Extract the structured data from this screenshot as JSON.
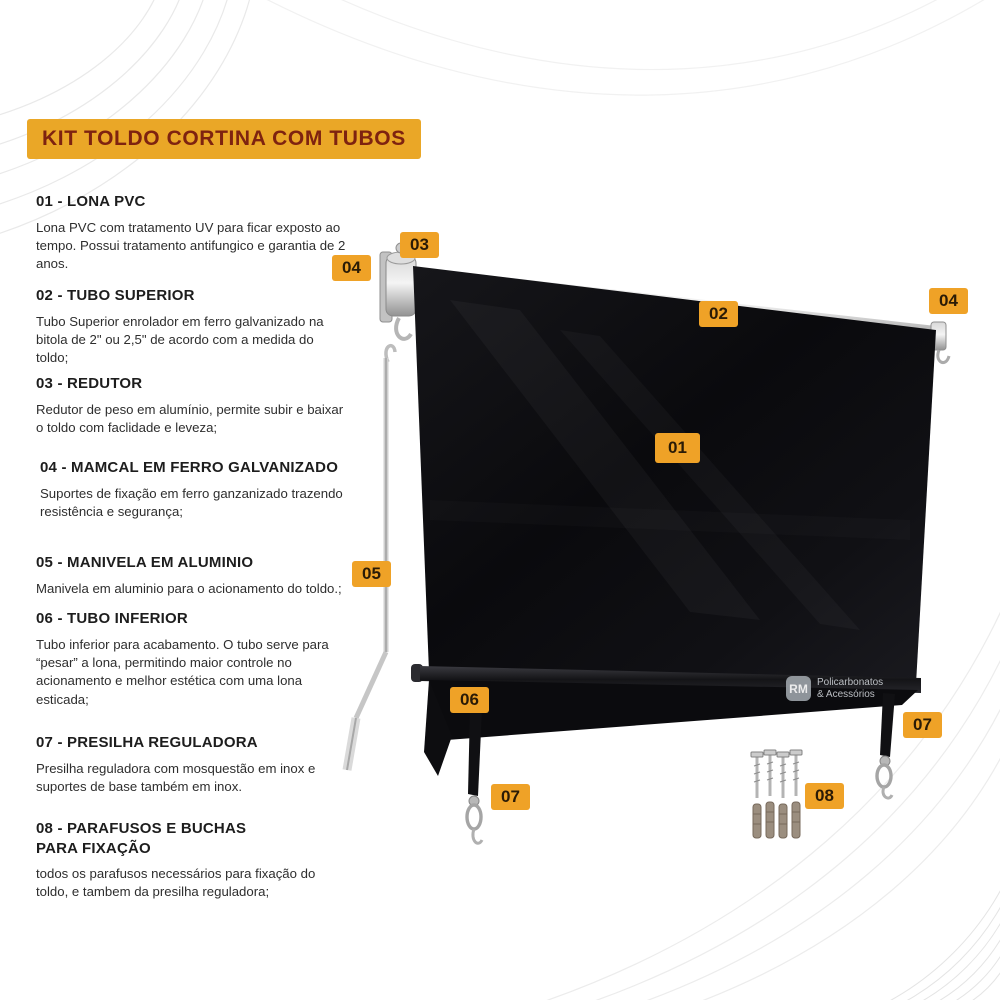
{
  "header": {
    "title": "KIT TOLDO CORTINA COM TUBOS"
  },
  "sections": [
    {
      "heading": "01 - LONA PVC",
      "body": "Lona PVC com tratamento UV para ficar exposto ao tempo. Possui tratamento antifungico e garantia de 2 anos."
    },
    {
      "heading": "02 - TUBO SUPERIOR",
      "body": "Tubo Superior enrolador em ferro galvanizado na bitola de 2\" ou 2,5\" de acordo com a medida do toldo;"
    },
    {
      "heading": "03 - REDUTOR",
      "body": "Redutor de peso em alumínio, permite subir e baixar o toldo com faclidade e leveza;"
    },
    {
      "heading": "04 - MAMCAL  EM FERRO GALVANIZADO",
      "body": "Suportes de fixação em ferro ganzanizado trazendo resistência e segurança;"
    },
    {
      "heading": "05 - MANIVELA EM ALUMINIO",
      "body": "Manivela em aluminio para o acionamento do toldo.;"
    },
    {
      "heading": "06 - TUBO INFERIOR",
      "body": "Tubo inferior para acabamento. O tubo serve para “pesar” a lona, permitindo maior controle no acionamento e melhor estética com uma lona esticada;"
    },
    {
      "heading": "07 - PRESILHA REGULADORA",
      "body": "Presilha reguladora com mosquestão em inox e suportes de base também em inox."
    },
    {
      "heading": "08 - PARAFUSOS E BUCHAS PARA FIXAÇÃO",
      "body": "todos os parafusos necessários para fixação do toldo, e tambem da presilha reguladora;"
    }
  ],
  "badges": [
    {
      "label": "03"
    },
    {
      "label": "04"
    },
    {
      "label": "02"
    },
    {
      "label": "04"
    },
    {
      "label": "01"
    },
    {
      "label": "05"
    },
    {
      "label": "06"
    },
    {
      "label": "07"
    },
    {
      "label": "07"
    },
    {
      "label": "08"
    }
  ],
  "watermark": {
    "initials": "RM",
    "line1": "Policarbonatos",
    "line2": "& Acessórios"
  },
  "colors": {
    "accent": "#EFA227",
    "title_text": "#7E2310",
    "tarp": "#0B0B0E"
  }
}
